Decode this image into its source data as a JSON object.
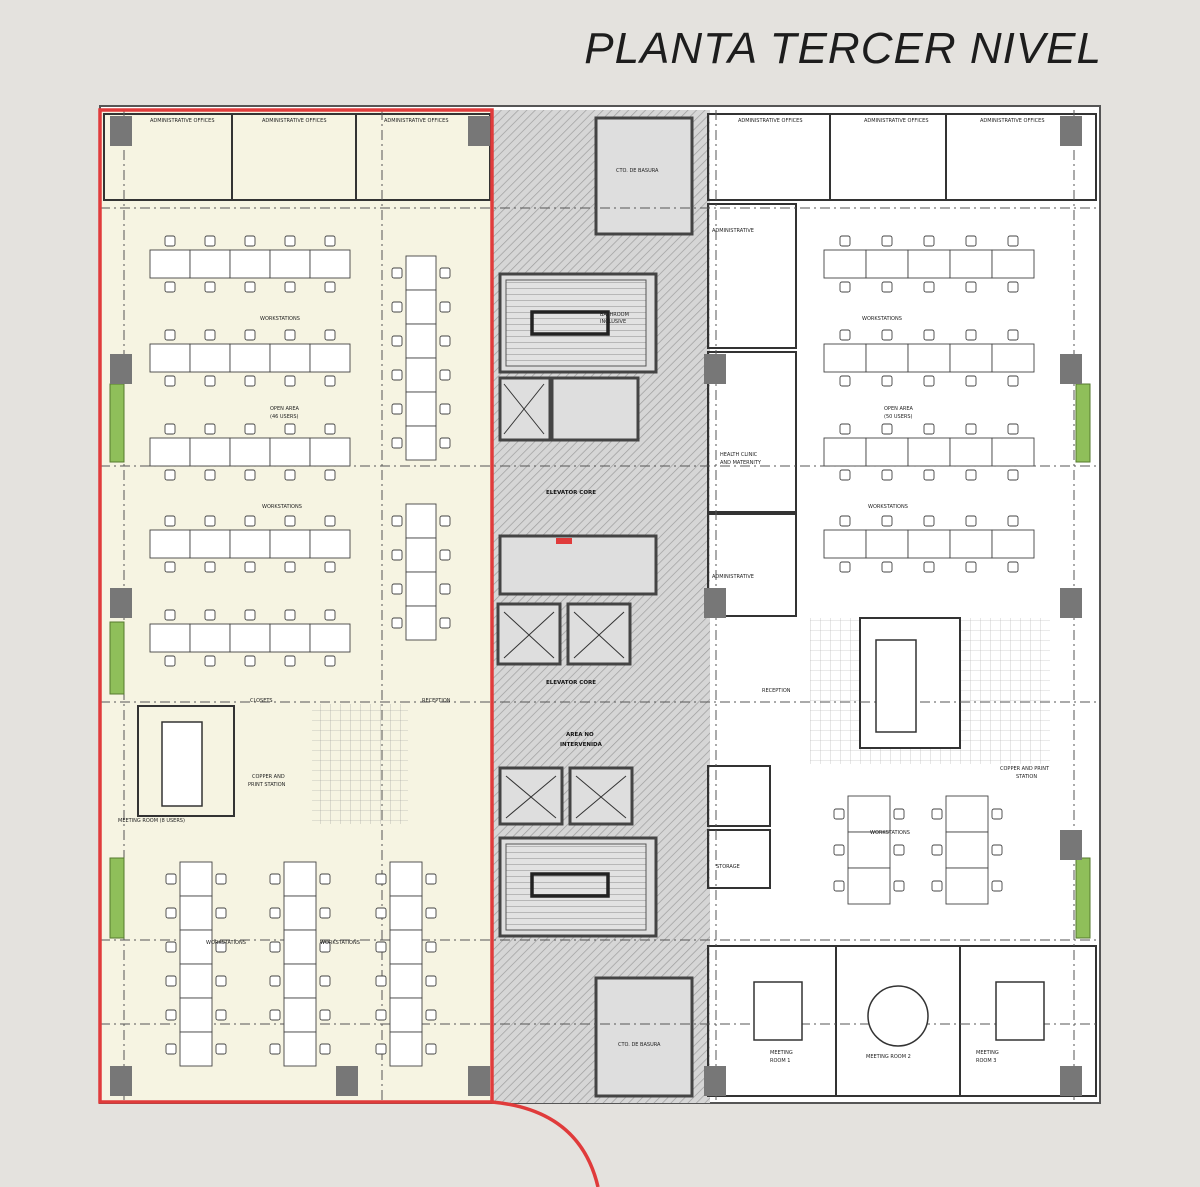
{
  "title": "PLANTA TERCER NIVEL",
  "colors": {
    "background": "#e4e2de",
    "highlight_fill": "#f6f4e2",
    "highlight_border": "#e03b3b",
    "core_hatch": "#bdbdbd",
    "planter": "#8fbf5a",
    "column": "#777777"
  },
  "left_wing": {
    "admin_offices": [
      "ADMINISTRATIVE OFFICES",
      "ADMINISTRATIVE OFFICES",
      "ADMINISTRATIVE OFFICES"
    ],
    "workstations_a": "WORKSTATIONS",
    "open_area": "OPEN AREA",
    "open_area_users": "(46 USERS)",
    "workstations_b": "WORKSTATIONS",
    "closets": "CLOSETS",
    "reception": "RECEPTION",
    "copier": "COPPER AND",
    "copier2": "PRINT STATION",
    "meeting": "MEETING ROOM (8 USERS)",
    "workstations_c": "WORKSTATIONS",
    "workstations_d": "WORKSTATIONS"
  },
  "core": {
    "cto_top": "CTO. DE BASURA",
    "elevator_core_1": "ELEVATOR CORE",
    "elevator_core_2": "ELEVATOR CORE",
    "no_intervention": "AREA NO",
    "no_intervention2": "INTERVENIDA",
    "cto_bottom": "CTO. DE BASURA",
    "bathroom": "BATHROOM",
    "bathroom2": "INCLUSIVE"
  },
  "right_wing": {
    "admin_offices": [
      "ADMINISTRATIVE OFFICES",
      "ADMINISTRATIVE OFFICES",
      "ADMINISTRATIVE OFFICES"
    ],
    "admin_small_1": "ADMINISTRATIVE",
    "admin_small_2": "ADMINISTRATIVE",
    "health": "HEALTH CLINIC",
    "health2": "AND MATERNITY",
    "workstations_a": "WORKSTATIONS",
    "open_area": "OPEN AREA",
    "open_area_users": "(50 USERS)",
    "workstations_b": "WORKSTATIONS",
    "reception": "RECEPTION",
    "copier": "COPPER AND PRINT",
    "copier2": "STATION",
    "workstations_c": "WORKSTATIONS",
    "storage": "STORAGE",
    "meeting_1": "MEETING",
    "meeting_1b": "ROOM 1",
    "meeting_2": "MEETING ROOM 2",
    "meeting_3": "MEETING",
    "meeting_3b": "ROOM 3"
  }
}
